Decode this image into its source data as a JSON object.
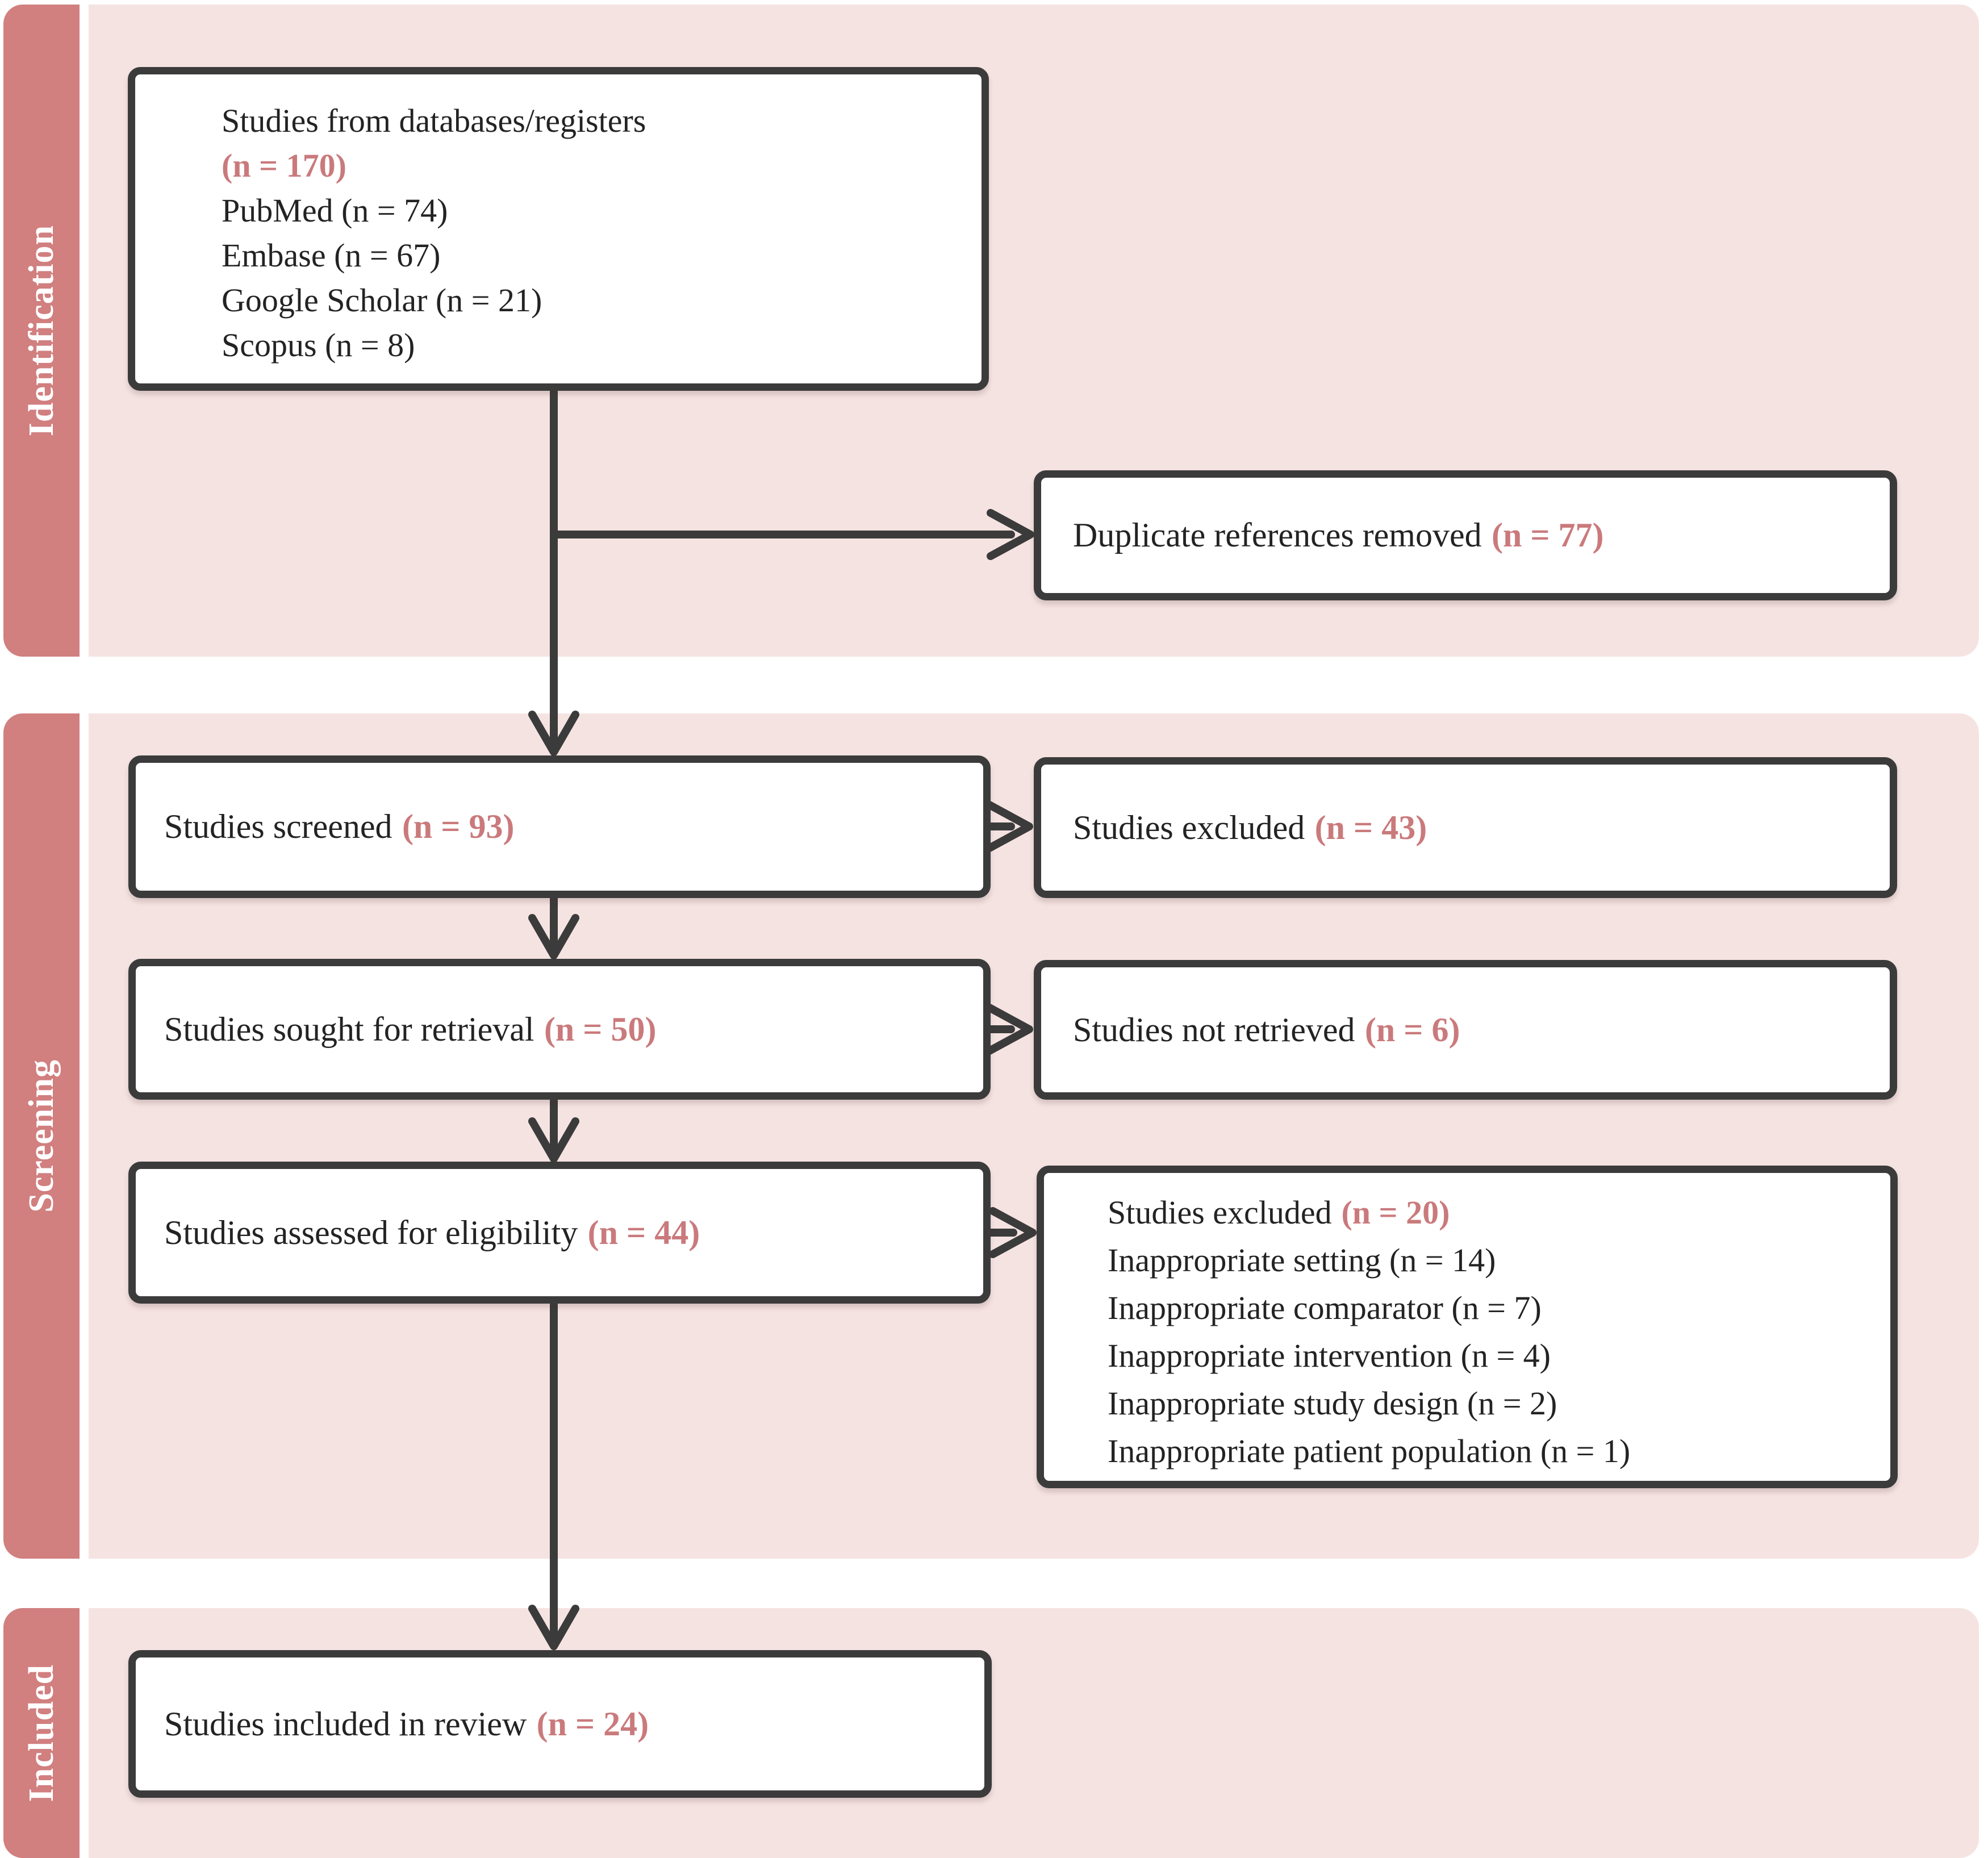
{
  "colors": {
    "band": "#d17f7f",
    "panel": "#f5e3e2",
    "accent": "#ca7a7c",
    "line": "#3b3b3b",
    "text": "#232323"
  },
  "phases": [
    {
      "label": "Identification"
    },
    {
      "label": "Screening"
    },
    {
      "label": "Included"
    }
  ],
  "boxes": {
    "databases": {
      "title": "Studies from databases/registers",
      "n": "(n = 170)",
      "sources": [
        "PubMed (n = 74)",
        "Embase (n = 67)",
        "Google Scholar (n = 21)",
        "Scopus (n = 8)"
      ]
    },
    "duplicates": {
      "label": "Duplicate references removed",
      "n": "(n = 77)"
    },
    "screened": {
      "label": "Studies screened",
      "n": "(n = 93)"
    },
    "excluded_screening": {
      "label": "Studies excluded",
      "n": "(n = 43)"
    },
    "sought": {
      "label": "Studies sought for retrieval",
      "n": "(n = 50)"
    },
    "not_retrieved": {
      "label": "Studies not retrieved",
      "n": "(n = 6)"
    },
    "assessed": {
      "label": "Studies assessed for eligibility",
      "n": "(n = 44)"
    },
    "excluded_eligibility": {
      "label": "Studies excluded",
      "n": "(n = 20)",
      "reasons": [
        "Inappropriate setting (n = 14)",
        "Inappropriate comparator (n = 7)",
        "Inappropriate intervention (n = 4)",
        "Inappropriate study design (n = 2)",
        "Inappropriate patient population (n = 1)"
      ]
    },
    "included": {
      "label": "Studies included in review",
      "n": "(n = 24)"
    }
  }
}
